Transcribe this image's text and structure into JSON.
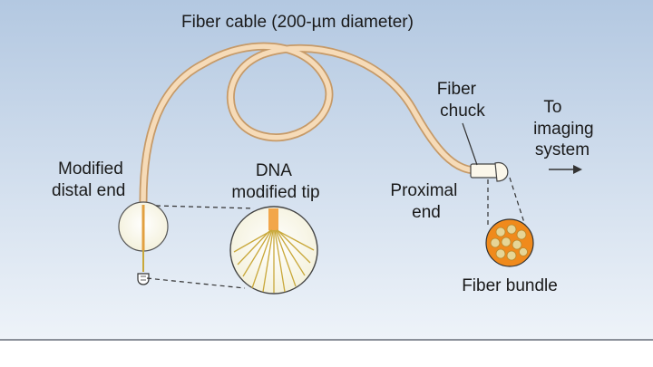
{
  "labels": {
    "fiber_cable": "Fiber cable (200-µm diameter)",
    "fiber_chuck": [
      "Fiber",
      "chuck"
    ],
    "to_imaging": [
      "To",
      "imaging",
      "system"
    ],
    "modified_distal": [
      "Modified",
      "distal end"
    ],
    "dna_tip": [
      "DNA",
      "modified tip"
    ],
    "proximal": [
      "Proximal",
      "end"
    ],
    "fiber_bundle": "Fiber bundle"
  },
  "colors": {
    "background_top": "#b7cbe3",
    "background_bottom": "#e7eef6",
    "cable": "#f5d7b0",
    "cable_outline": "#c79a66",
    "bundle": "#f08a1c",
    "bundle_cores": "#e7d69a",
    "dna_strands": "#c9a83a",
    "tip_orange": "#f2a64a"
  }
}
